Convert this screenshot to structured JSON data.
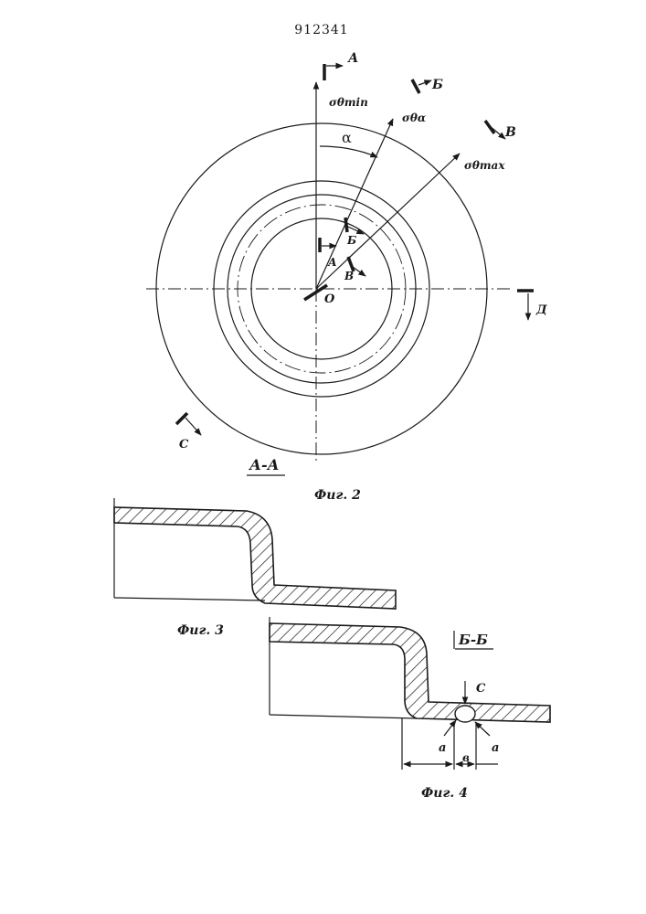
{
  "patent_number": "912341",
  "fig2": {
    "caption": "Фиг. 2",
    "section_label": "А-А",
    "labels": {
      "A": "А",
      "B_cyr": "Б",
      "V": "В",
      "D": "Д",
      "C": "С",
      "O": "О",
      "alpha": "α",
      "sigma_min": "σθmin",
      "sigma_alpha": "σθα",
      "sigma_max": "σθmax"
    }
  },
  "fig3": {
    "caption": "Фиг. 3"
  },
  "fig4": {
    "caption": "Фиг. 4",
    "section_label": "Б-Б",
    "dim_a_left": "а",
    "dim_b": "в",
    "pt_c_top": "С",
    "pt_a_left": "а",
    "pt_a_right": "а"
  }
}
